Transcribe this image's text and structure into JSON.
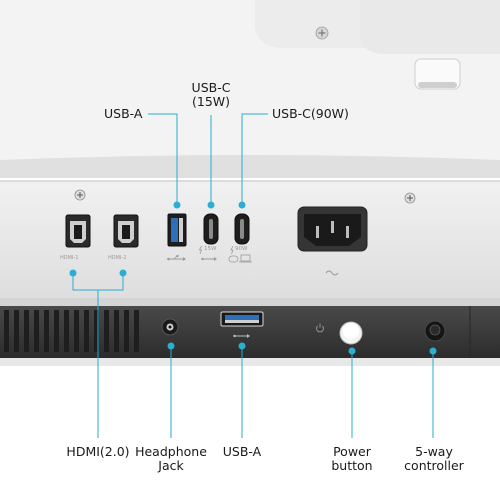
{
  "callouts": {
    "usb_a_top": "USB-A",
    "usb_c_15w_line1": "USB-C",
    "usb_c_15w_line2": "(15W)",
    "usb_c_90w": "USB-C(90W)",
    "hdmi": "HDMI(2.0)",
    "headphone_line1": "Headphone",
    "headphone_line2": "Jack",
    "usb_a_bottom": "USB-A",
    "power_line1": "Power",
    "power_line2": "button",
    "controller_line1": "5-way",
    "controller_line2": "controller"
  },
  "port_markings": {
    "hdmi_1": "HDMI-1",
    "hdmi_2": "HDMI-2",
    "usb_c_15w": "15W",
    "usb_c_90w": "90W"
  },
  "colors": {
    "accent_line": "#2aaed3",
    "usb_blue": "#2e6fb5",
    "panel_light": "#e6e6e6",
    "panel_dark": "#3a3a3a"
  }
}
